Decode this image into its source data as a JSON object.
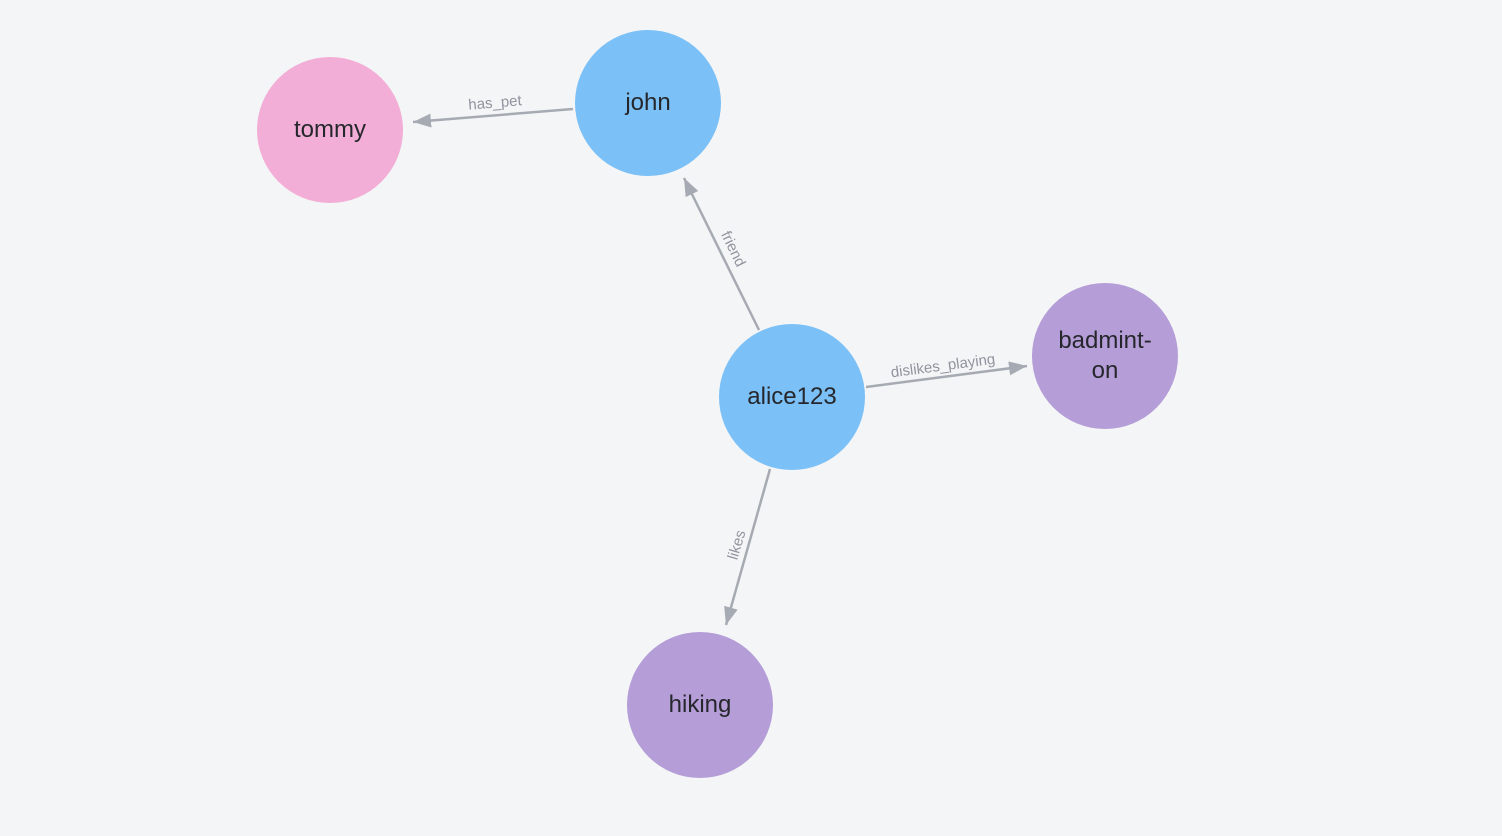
{
  "canvas": {
    "background": "#f4f5f6"
  },
  "colors": {
    "edge": "#a6aab2",
    "edge_label": "#8f949e",
    "node_label": "#26272c",
    "person_node": "#7bc0f6",
    "pet_node": "#f2aed6",
    "activity_node": "#b59dd8"
  },
  "nodes": [
    {
      "id": "tommy",
      "label": "tommy",
      "color": "#f2aed6"
    },
    {
      "id": "john",
      "label": "john",
      "color": "#7bc0f6"
    },
    {
      "id": "alice123",
      "label": "alice123",
      "color": "#7bc0f6"
    },
    {
      "id": "badminton",
      "label": "badminton",
      "lines": [
        "badmint-",
        "on"
      ],
      "color": "#b59dd8"
    },
    {
      "id": "hiking",
      "label": "hiking",
      "color": "#b59dd8"
    }
  ],
  "edges": [
    {
      "from": "john",
      "to": "tommy",
      "label": "has_pet"
    },
    {
      "from": "alice123",
      "to": "john",
      "label": "friend"
    },
    {
      "from": "alice123",
      "to": "badminton",
      "label": "dislikes_playing"
    },
    {
      "from": "alice123",
      "to": "hiking",
      "label": "likes"
    }
  ]
}
